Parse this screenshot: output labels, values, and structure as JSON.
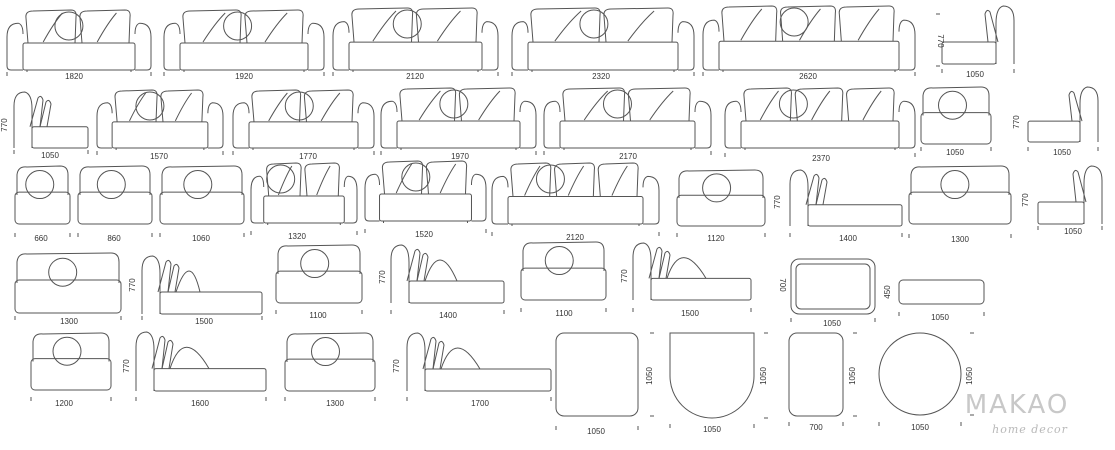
{
  "line_color": "#555555",
  "brand": {
    "name": "MAKAO",
    "tagline": "home decor"
  },
  "labels": {
    "r1": [
      "1820",
      "1920",
      "2120",
      "2320",
      "2620",
      "1050"
    ],
    "r1_h": "770",
    "r2": [
      "1050",
      "1570",
      "1770",
      "1970",
      "2170",
      "2370",
      "1050",
      "1050"
    ],
    "r2_h": "770",
    "r3": [
      "660",
      "860",
      "1060",
      "1320",
      "1520",
      "2120",
      "1120",
      "1400",
      "1300",
      "1050"
    ],
    "r3_h": "770",
    "r4": [
      "1300",
      "1500",
      "1100",
      "1400",
      "1100",
      "1500",
      "1050",
      "1050"
    ],
    "r4_h": "770",
    "r4_tray_h": "700",
    "r4_pouf_h": "450",
    "r5": [
      "1200",
      "1600",
      "1300",
      "1700",
      "1050",
      "1050",
      "700",
      "1050"
    ],
    "r5_h": "770",
    "r5_table_h": "1050"
  }
}
